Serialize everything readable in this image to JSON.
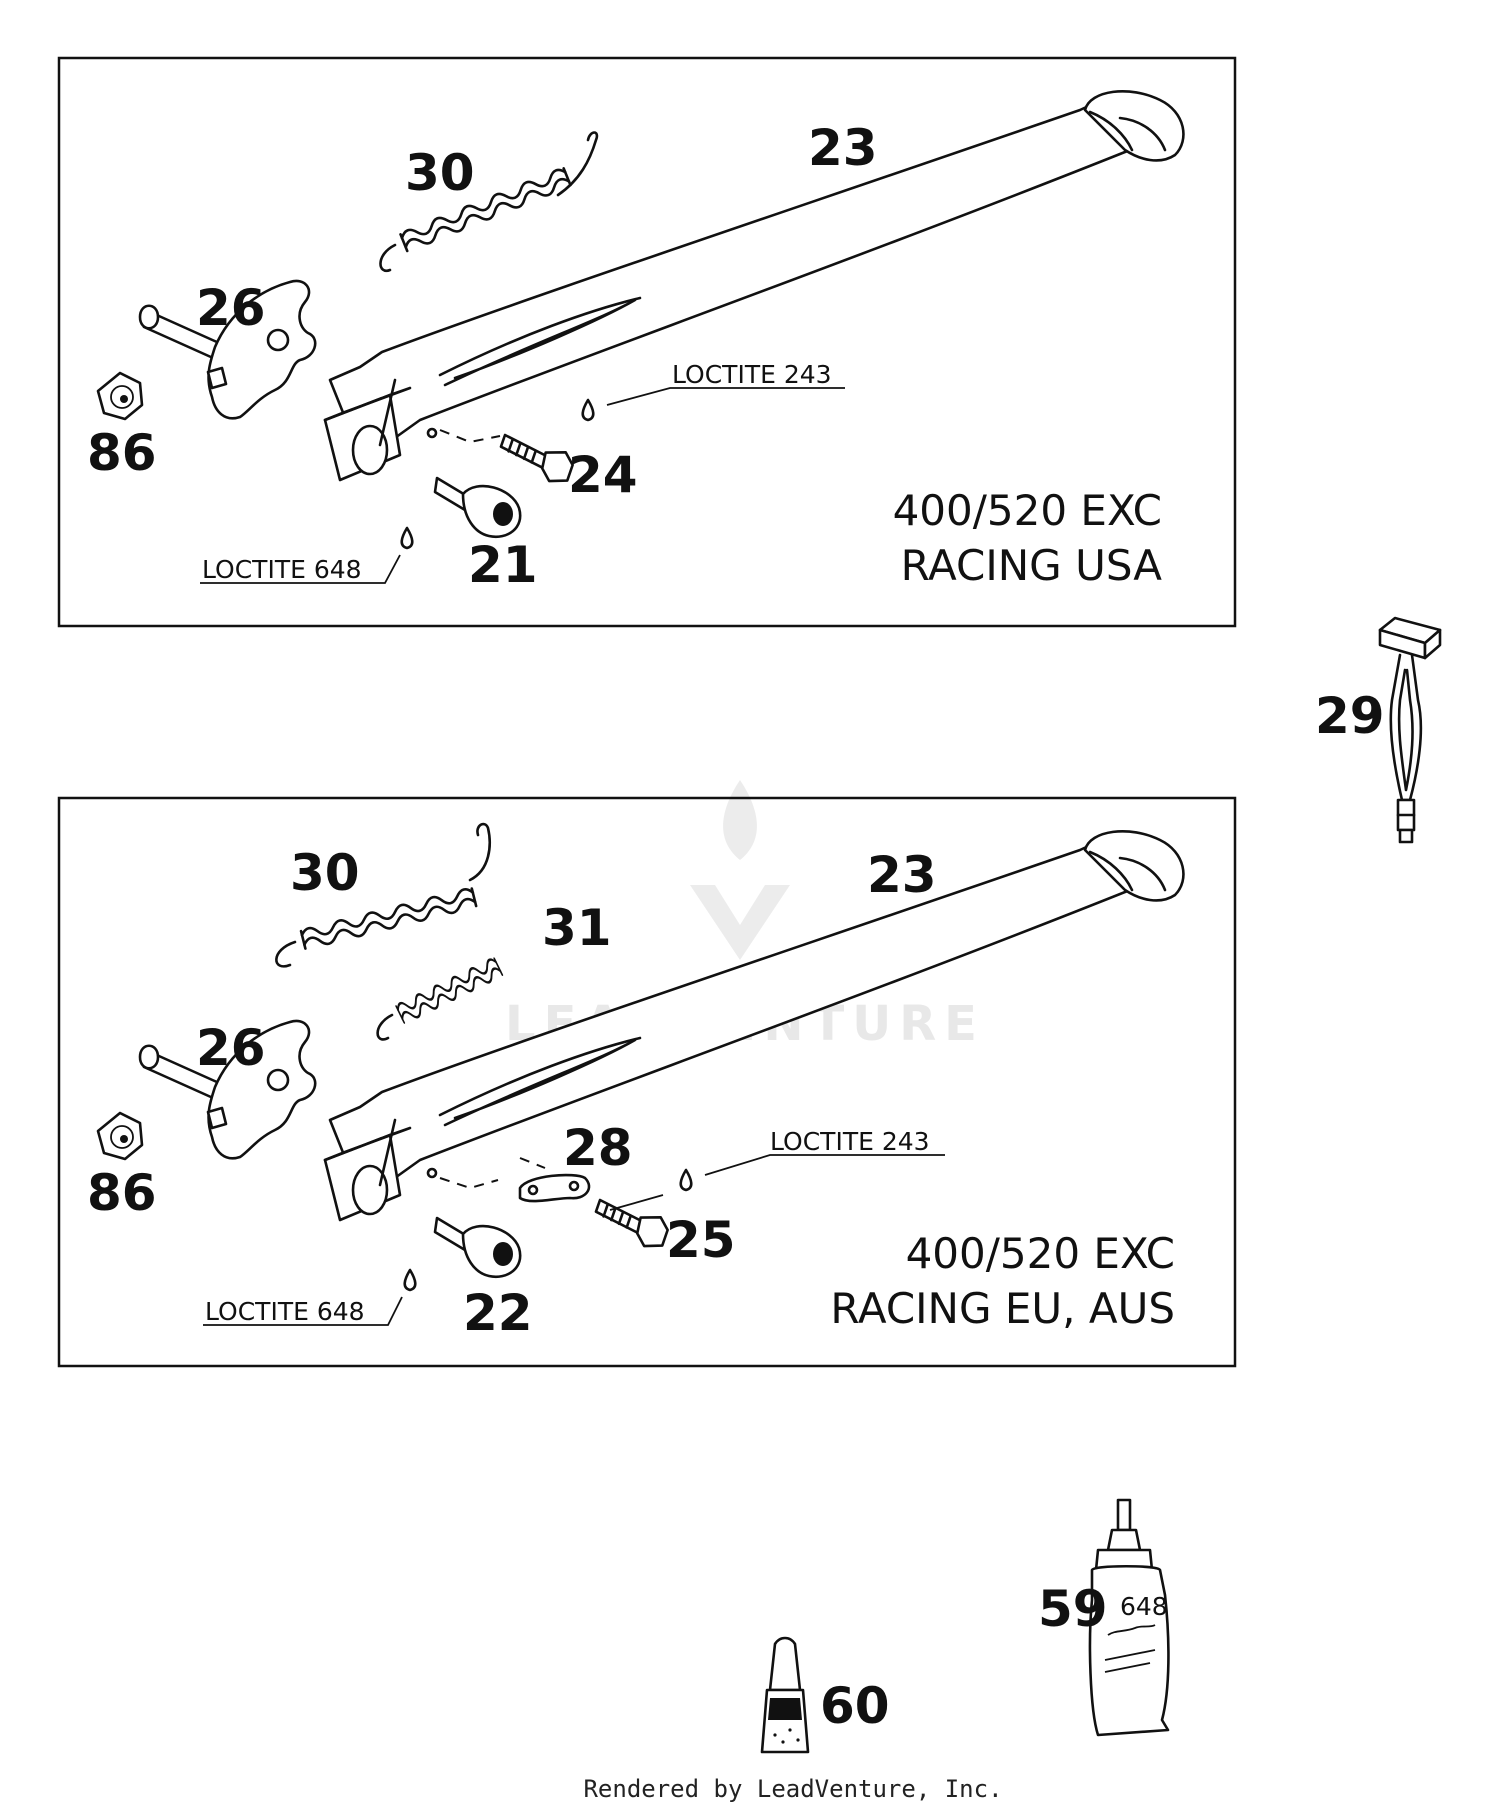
{
  "panels": [
    {
      "model_line1": "400/520 EXC",
      "model_line2": "RACING USA",
      "parts": {
        "spring": "30",
        "stand": "23",
        "pivot": "26",
        "nut": "86",
        "bolt": "24",
        "stop": "21"
      },
      "loctite_bolt": "LOCTITE 243",
      "loctite_stop": "LOCTITE 648"
    },
    {
      "model_line1": "400/520 EXC",
      "model_line2": "RACING EU, AUS",
      "parts": {
        "spring": "30",
        "spring2": "31",
        "stand": "23",
        "pivot": "26",
        "nut": "86",
        "plate": "28",
        "bolt": "25",
        "stop": "22"
      },
      "loctite_bolt": "LOCTITE 243",
      "loctite_stop": "LOCTITE 648"
    }
  ],
  "extra_parts": {
    "spring_hook": "29",
    "loctite_bottle": "59",
    "tube": "60"
  },
  "bottle_label": {
    "line1": "648"
  },
  "watermark": "LEADVENTURE",
  "footer": "Rendered by LeadVenture, Inc."
}
